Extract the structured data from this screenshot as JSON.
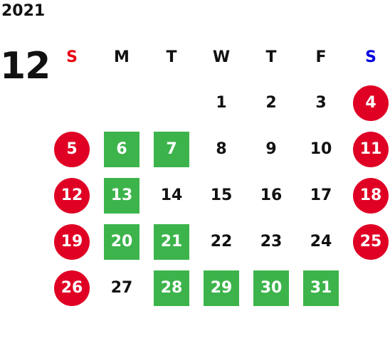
{
  "calendar": {
    "year": "2021",
    "month": "12",
    "weekdays": [
      "S",
      "M",
      "T",
      "W",
      "T",
      "F",
      "S"
    ],
    "weeks": [
      [
        {
          "day": "",
          "type": "empty"
        },
        {
          "day": "",
          "type": "empty"
        },
        {
          "day": "",
          "type": "empty"
        },
        {
          "day": "1",
          "type": "normal"
        },
        {
          "day": "2",
          "type": "normal"
        },
        {
          "day": "3",
          "type": "normal"
        },
        {
          "day": "4",
          "type": "holiday"
        }
      ],
      [
        {
          "day": "5",
          "type": "holiday"
        },
        {
          "day": "6",
          "type": "closed"
        },
        {
          "day": "7",
          "type": "closed"
        },
        {
          "day": "8",
          "type": "normal"
        },
        {
          "day": "9",
          "type": "normal"
        },
        {
          "day": "10",
          "type": "normal"
        },
        {
          "day": "11",
          "type": "holiday"
        }
      ],
      [
        {
          "day": "12",
          "type": "holiday"
        },
        {
          "day": "13",
          "type": "closed"
        },
        {
          "day": "14",
          "type": "normal"
        },
        {
          "day": "15",
          "type": "normal"
        },
        {
          "day": "16",
          "type": "normal"
        },
        {
          "day": "17",
          "type": "normal"
        },
        {
          "day": "18",
          "type": "holiday"
        }
      ],
      [
        {
          "day": "19",
          "type": "holiday"
        },
        {
          "day": "20",
          "type": "closed"
        },
        {
          "day": "21",
          "type": "closed"
        },
        {
          "day": "22",
          "type": "normal"
        },
        {
          "day": "23",
          "type": "normal"
        },
        {
          "day": "24",
          "type": "normal"
        },
        {
          "day": "25",
          "type": "holiday"
        }
      ],
      [
        {
          "day": "26",
          "type": "holiday"
        },
        {
          "day": "27",
          "type": "normal"
        },
        {
          "day": "28",
          "type": "closed"
        },
        {
          "day": "29",
          "type": "closed"
        },
        {
          "day": "30",
          "type": "closed"
        },
        {
          "day": "31",
          "type": "closed"
        },
        {
          "day": "",
          "type": "empty"
        }
      ]
    ]
  },
  "colors": {
    "holiday": "#e00024",
    "closed": "#3cb44b",
    "sunday_label": "#e60012",
    "saturday_label": "#0000e0"
  }
}
